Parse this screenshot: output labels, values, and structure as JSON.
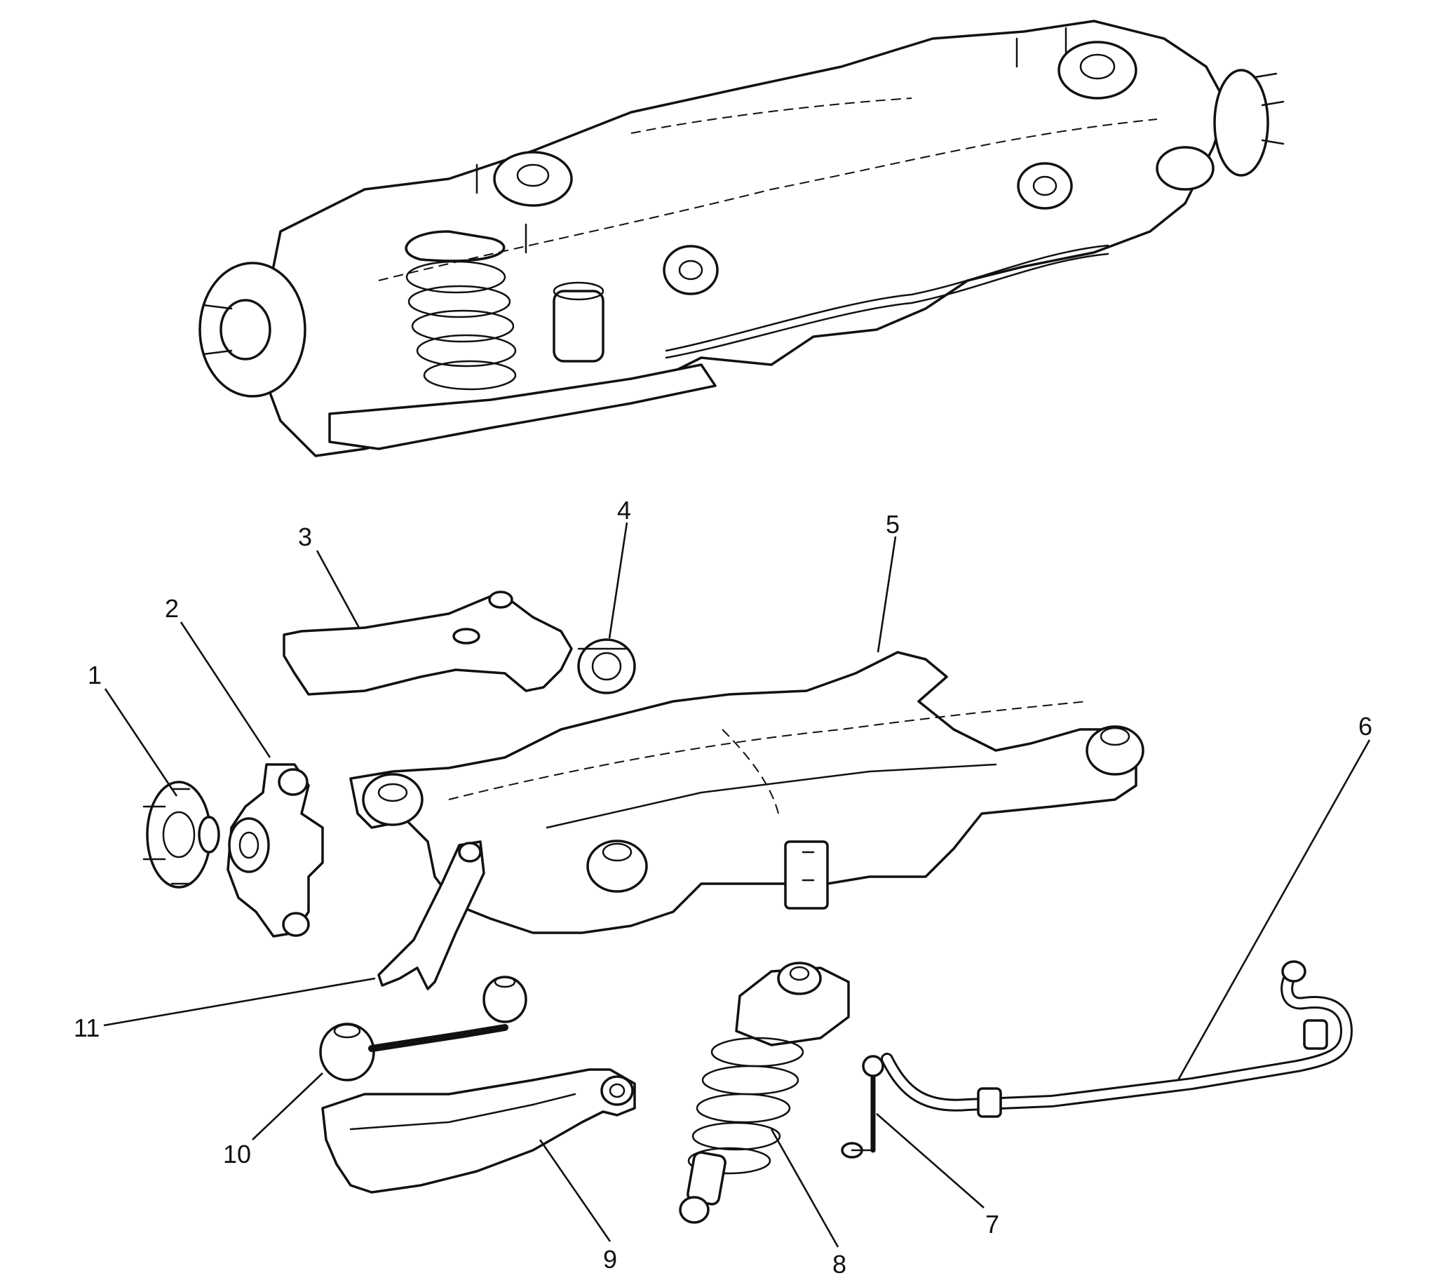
{
  "figure": {
    "type": "exploded-view",
    "background": "#ffffff",
    "line_color": "#111111",
    "callouts": [
      {
        "id": "1",
        "label": "1"
      },
      {
        "id": "2",
        "label": "2"
      },
      {
        "id": "3",
        "label": "3"
      },
      {
        "id": "4",
        "label": "4"
      },
      {
        "id": "5",
        "label": "5"
      },
      {
        "id": "6",
        "label": "6"
      },
      {
        "id": "7",
        "label": "7"
      },
      {
        "id": "8",
        "label": "8"
      },
      {
        "id": "9",
        "label": "9"
      },
      {
        "id": "10",
        "label": "10"
      },
      {
        "id": "11",
        "label": "11"
      }
    ]
  }
}
